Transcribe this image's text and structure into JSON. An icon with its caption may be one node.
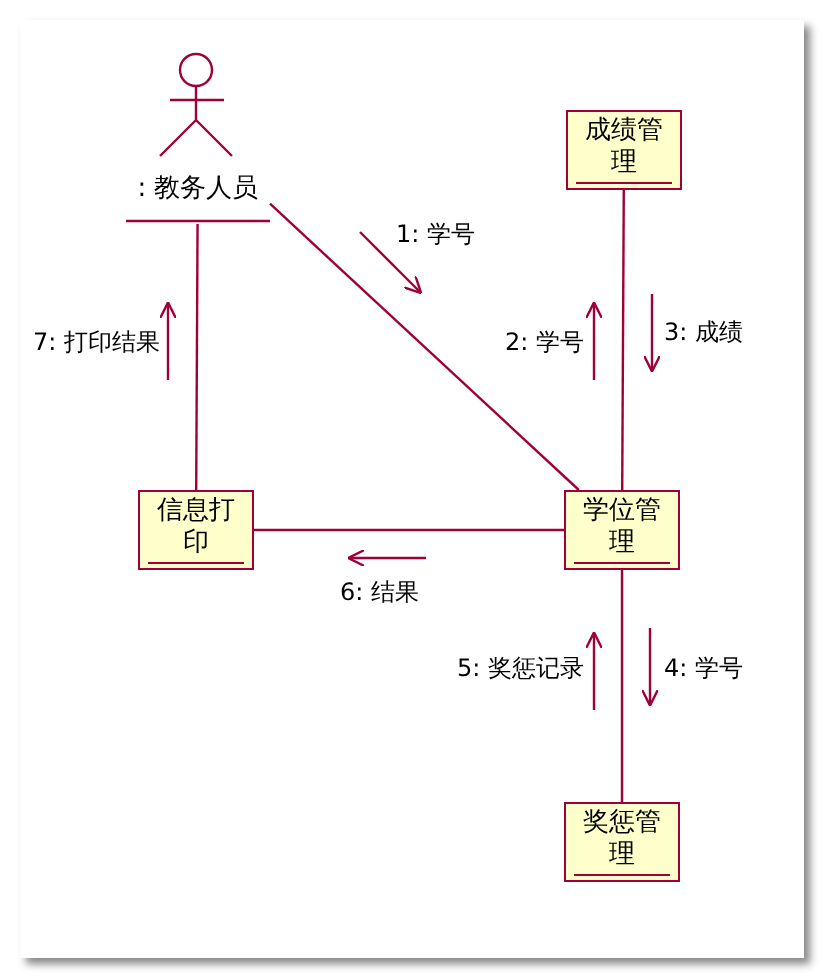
{
  "diagram": {
    "nodes": [
      {
        "text": [
          ": 教务人员"
        ]
      },
      {
        "text": [
          "成绩管理"
        ]
      },
      {
        "text": [
          "信息打印"
        ]
      },
      {
        "text": [
          "学位管理"
        ]
      },
      {
        "text": [
          "奖惩管理"
        ]
      }
    ],
    "edges": [
      {
        "from": 0,
        "to": 3,
        "arrow": "none"
      },
      {
        "from": 1,
        "to": 3,
        "arrow": "none"
      },
      {
        "from": 2,
        "to": 3,
        "arrow": "none"
      },
      {
        "from": 0,
        "to": 2,
        "arrow": "none"
      },
      {
        "from": 3,
        "to": 4,
        "arrow": "none"
      }
    ],
    "labels": [
      "1: 学号",
      "7: 打印结果",
      "2: 学号",
      "3: 成绩",
      "6: 结果",
      "5: 奖惩记录",
      "4: 学号"
    ]
  }
}
